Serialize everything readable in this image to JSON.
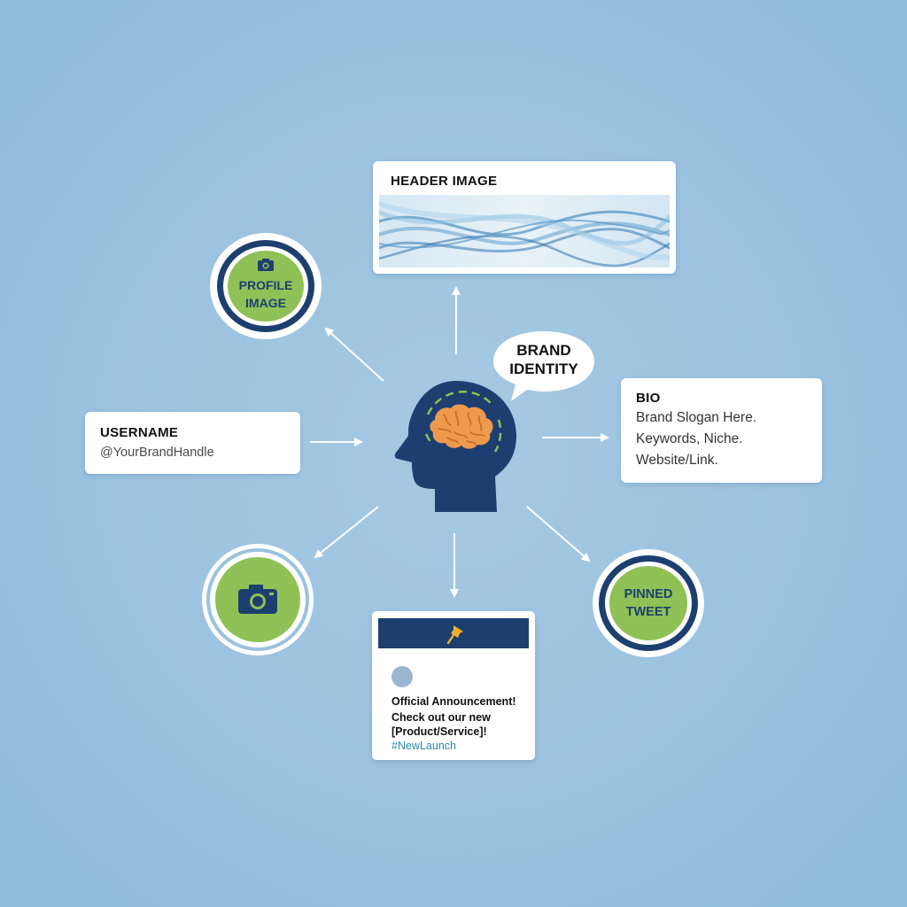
{
  "colors": {
    "background": "#9bc2df",
    "navy": "#1d3f70",
    "green": "#8fc156",
    "brain": "#ee9a4d",
    "hashtag": "#2b8aa3"
  },
  "center": {
    "label_line1": "BRAND",
    "label_line2": "IDENTITY",
    "icon": "head-with-brain-icon"
  },
  "header_image": {
    "title": "HEADER IMAGE",
    "icon": "wave-banner-image"
  },
  "profile_image": {
    "label_line1": "PROFILE",
    "label_line2": "IMAGE",
    "icon": "camera-icon"
  },
  "username": {
    "title": "USERNAME",
    "handle": "@YourBrandHandle"
  },
  "bio": {
    "title": "BIO",
    "lines": [
      "Brand Slogan Here.",
      "Keywords, Niche.",
      "Website/Link."
    ]
  },
  "media": {
    "icon": "camera-icon"
  },
  "tweet": {
    "icon": "pushpin-icon",
    "lines": [
      "Official Announcement!",
      "Check out our new",
      "[Product/Service]!"
    ],
    "hashtag": "#NewLaunch"
  },
  "pinned_tweet": {
    "label_line1": "PINNED",
    "label_line2": "TWEET"
  }
}
